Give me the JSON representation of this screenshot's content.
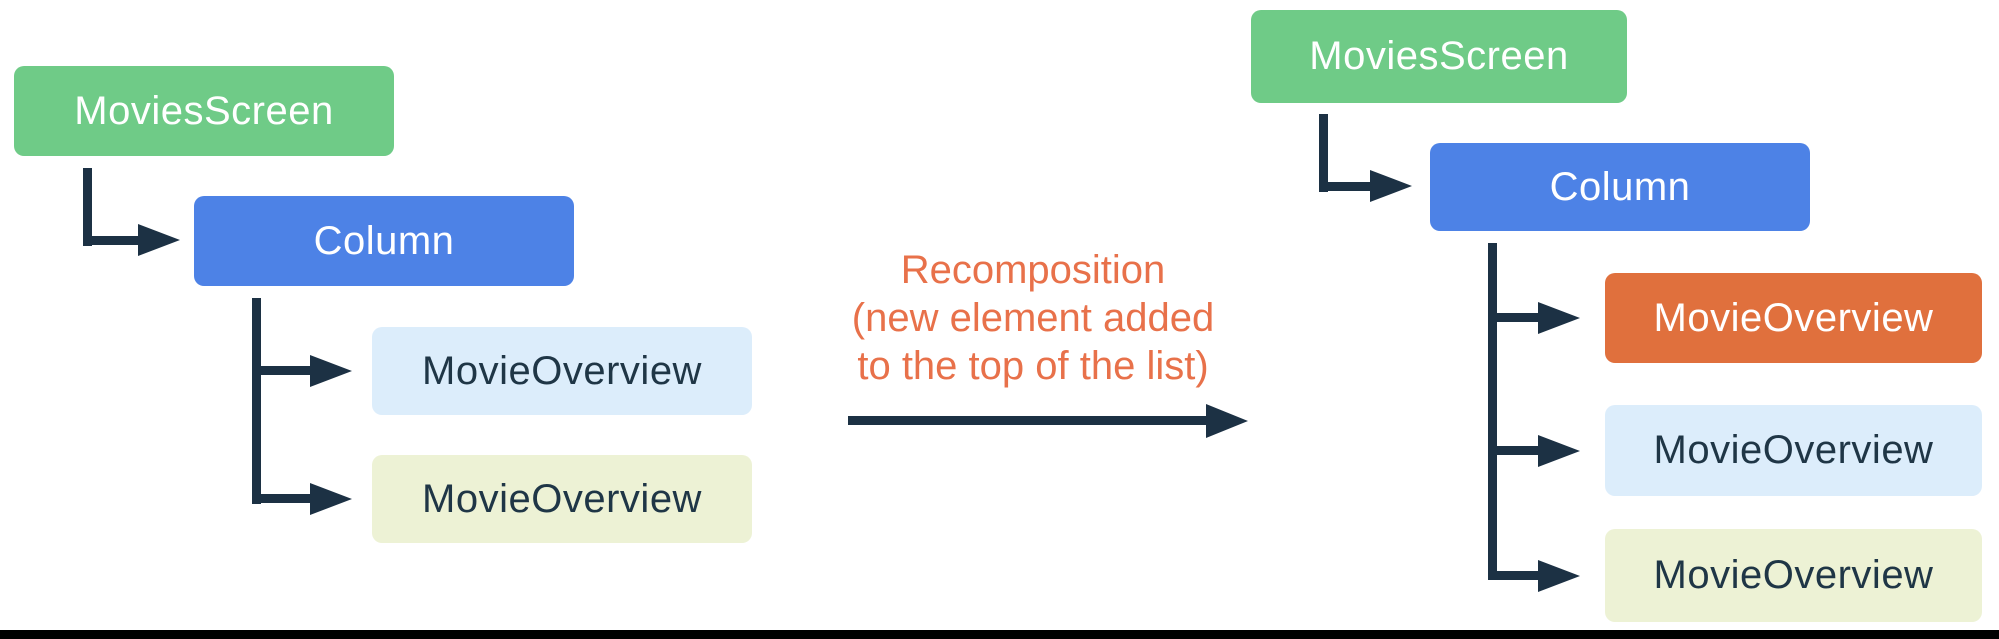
{
  "left_tree": {
    "root": {
      "label": "MoviesScreen"
    },
    "column": {
      "label": "Column"
    },
    "children": [
      {
        "label": "MovieOverview",
        "color_key": "lightblue"
      },
      {
        "label": "MovieOverview",
        "color_key": "lightyellow"
      }
    ]
  },
  "annotation": {
    "line1": "Recomposition",
    "line2": "(new element added",
    "line3": "to the top of the list)"
  },
  "right_tree": {
    "root": {
      "label": "MoviesScreen"
    },
    "column": {
      "label": "Column"
    },
    "children": [
      {
        "label": "MovieOverview",
        "color_key": "orange"
      },
      {
        "label": "MovieOverview",
        "color_key": "lightblue"
      },
      {
        "label": "MovieOverview",
        "color_key": "lightyellow"
      }
    ]
  },
  "colors": {
    "green": "#6fcb87",
    "blue": "#4d82e6",
    "lightblue": "#dcedfb",
    "lightyellow": "#edf2d5",
    "orange": "#e0703d",
    "orangeText": "#e8714a",
    "navy": "#1c3144",
    "darkText": "#1f3646",
    "bottomBar": "#000000"
  }
}
